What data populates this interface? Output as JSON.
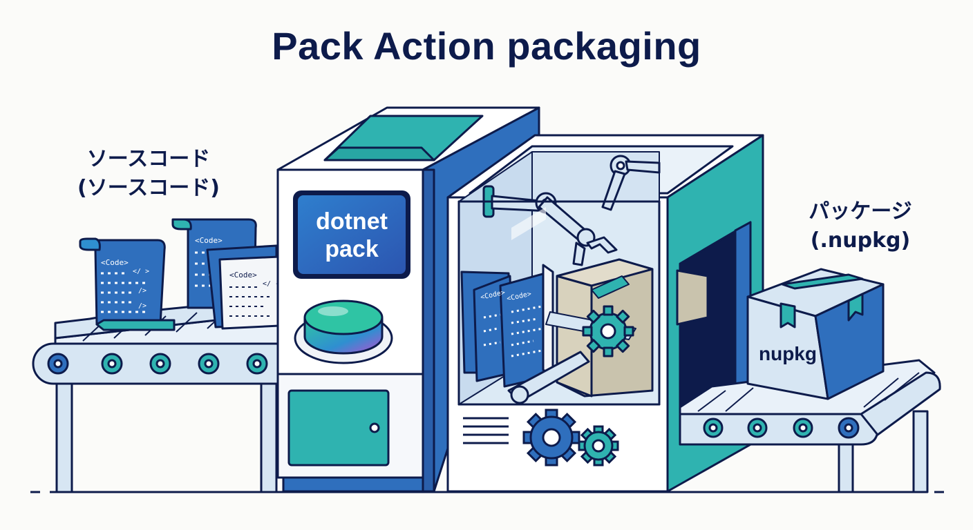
{
  "diagram": {
    "title": "Pack Action packaging",
    "input": {
      "label_line1": "ソースコード",
      "label_line2": "(ソースコード)",
      "file_tag": "<Code>",
      "code_tags": [
        "</ >",
        "/>",
        "/>",
        "</ -"
      ]
    },
    "machine": {
      "screen_line1": "dotnet",
      "screen_line2": "pack",
      "chamber_file_tag": "<Code>"
    },
    "output": {
      "label_line1": "パッケージ",
      "label_line2": "(.nupkg)",
      "box_label": "nupkg"
    },
    "colors": {
      "navy": "#0d1b4b",
      "blue": "#2f6fbd",
      "teal": "#2fb3b0",
      "light_blue": "#d7e6f3",
      "cardboard": "#c9c3ad"
    }
  }
}
